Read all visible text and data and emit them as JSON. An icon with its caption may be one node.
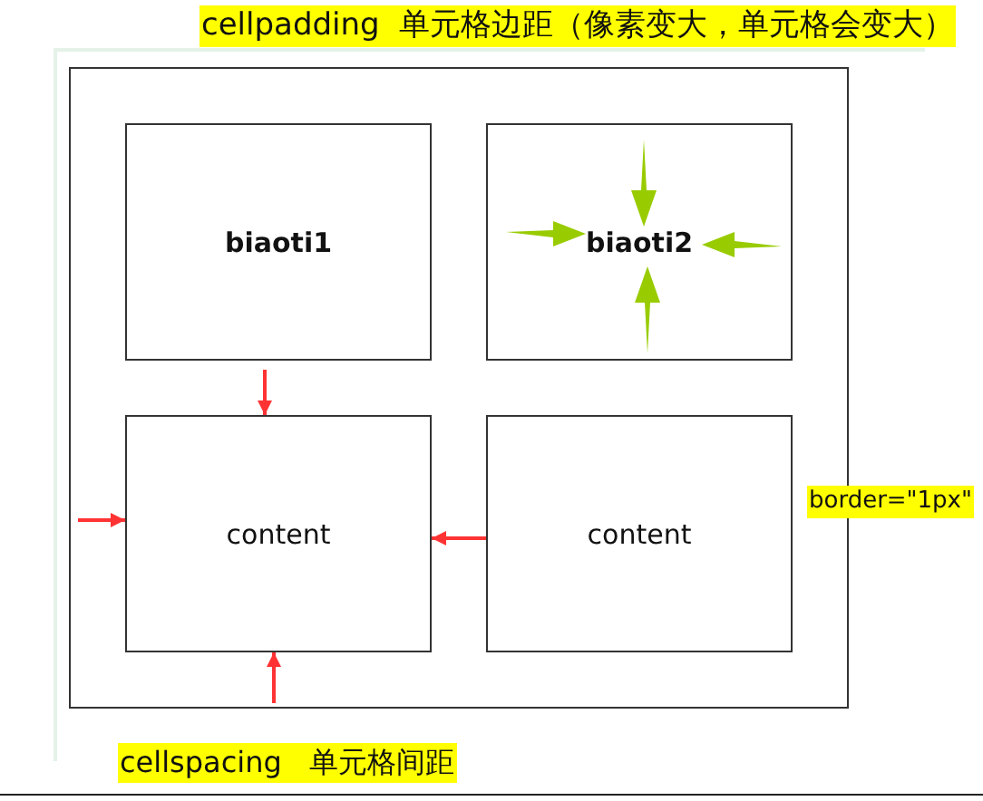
{
  "diagram": {
    "nodes": [
      {
        "text": [],
        "shape": "box",
        "beside": [
          "border=\"1px\""
        ]
      },
      {
        "text": [
          "biaoti1"
        ],
        "in": 0
      },
      {
        "text": [
          "biaoti2"
        ],
        "in": 0
      },
      {
        "text": [
          "content"
        ],
        "in": 0
      },
      {
        "text": [
          "content"
        ],
        "in": 0
      }
    ],
    "edges": [
      {
        "from": 1,
        "to": 3,
        "arrow": "to"
      },
      {
        "from": null,
        "to": 3,
        "arrow": "to"
      },
      {
        "from": 4,
        "to": 3,
        "arrow": "to"
      },
      {
        "from": null,
        "to": 3,
        "arrow": "to"
      }
    ],
    "labels": [
      "cellpadding  单元格边距（像素变大，单元格会变大）",
      "cellspacing   单元格间距"
    ]
  }
}
